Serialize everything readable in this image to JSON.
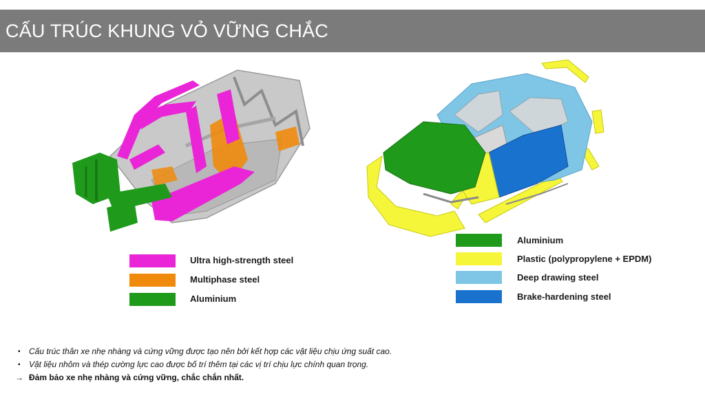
{
  "header": {
    "title": "CẤU TRÚC KHUNG VỎ VỮNG CHẮC"
  },
  "left_figure": {
    "legend": [
      {
        "label": "Ultra high-strength steel",
        "color": "#ea25d8"
      },
      {
        "label": "Multiphase steel",
        "color": "#f08a0c"
      },
      {
        "label": "Aluminium",
        "color": "#1f9a1b"
      }
    ]
  },
  "right_figure": {
    "legend": [
      {
        "label": "Aluminium",
        "color": "#1f9a1b"
      },
      {
        "label": "Plastic (polypropylene + EPDM)",
        "color": "#f5f53a"
      },
      {
        "label": "Deep drawing steel",
        "color": "#7fc6e6"
      },
      {
        "label": "Brake-hardening steel",
        "color": "#1a72cf"
      }
    ]
  },
  "notes": {
    "bullet": "▪",
    "arrow": "→",
    "items": [
      "Cấu trúc thân xe nhẹ nhàng và cứng vững được tạo nên bởi kết hợp các vật liệu chịu ứng suất cao.",
      "Vật liệu nhôm và thép cường lực cao được bố trí thêm tại các vị trí chịu lực chính quan trọng."
    ],
    "conclusion": "Đảm bảo xe nhẹ nhàng và cứng vững, chắc chắn nhất."
  }
}
